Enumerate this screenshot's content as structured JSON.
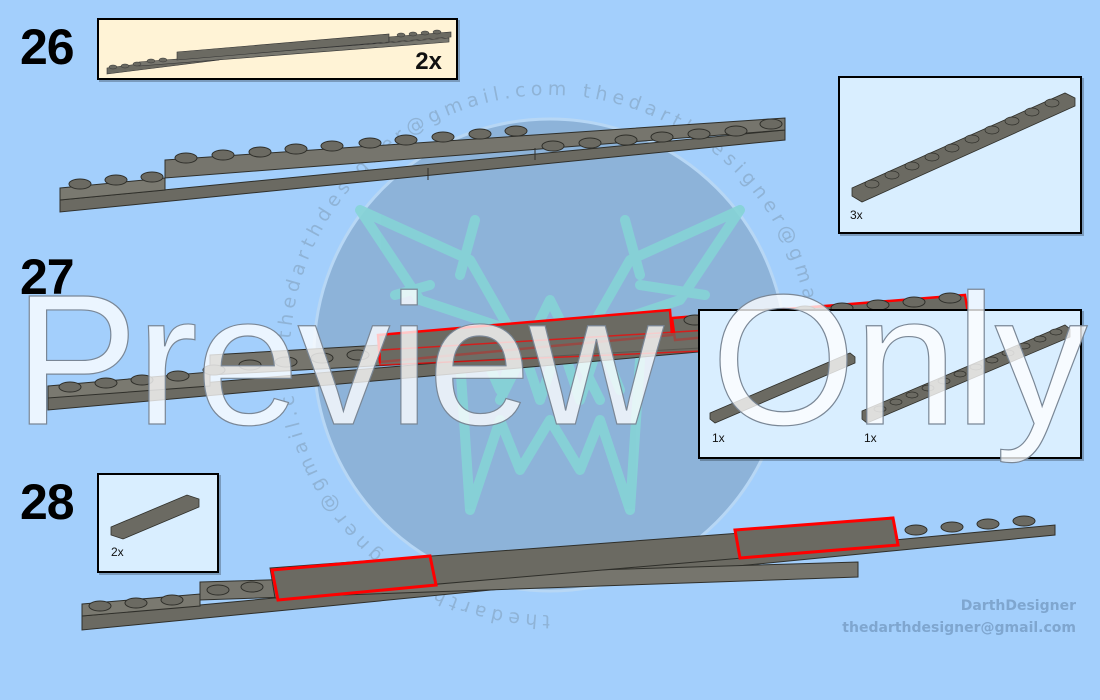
{
  "page": {
    "background_color": "#a3cffc",
    "part_color": "#6b6a62",
    "highlight_color": "#ff0000"
  },
  "steps": [
    {
      "number": "26",
      "submodel_callout": {
        "quantity": "2x",
        "background": "#fff3d6"
      },
      "parts_callout": {
        "items": [
          {
            "part": "plate-1x10",
            "quantity": "3x"
          }
        ]
      }
    },
    {
      "number": "27",
      "parts_callout": {
        "items": [
          {
            "part": "tile-1x8",
            "quantity": "1x"
          },
          {
            "part": "plate-1x12",
            "quantity": "1x"
          }
        ]
      }
    },
    {
      "number": "28",
      "parts_callout": {
        "items": [
          {
            "part": "tile-1x4",
            "quantity": "2x"
          }
        ]
      }
    }
  ],
  "watermark": {
    "overlay_text": "Preview Only",
    "ring_text": "thedarthdesigner@gmail.com",
    "logo": "darth-designer-logo-icon"
  },
  "credits": {
    "name": "DarthDesigner",
    "email": "thedarthdesigner@gmail.com"
  }
}
